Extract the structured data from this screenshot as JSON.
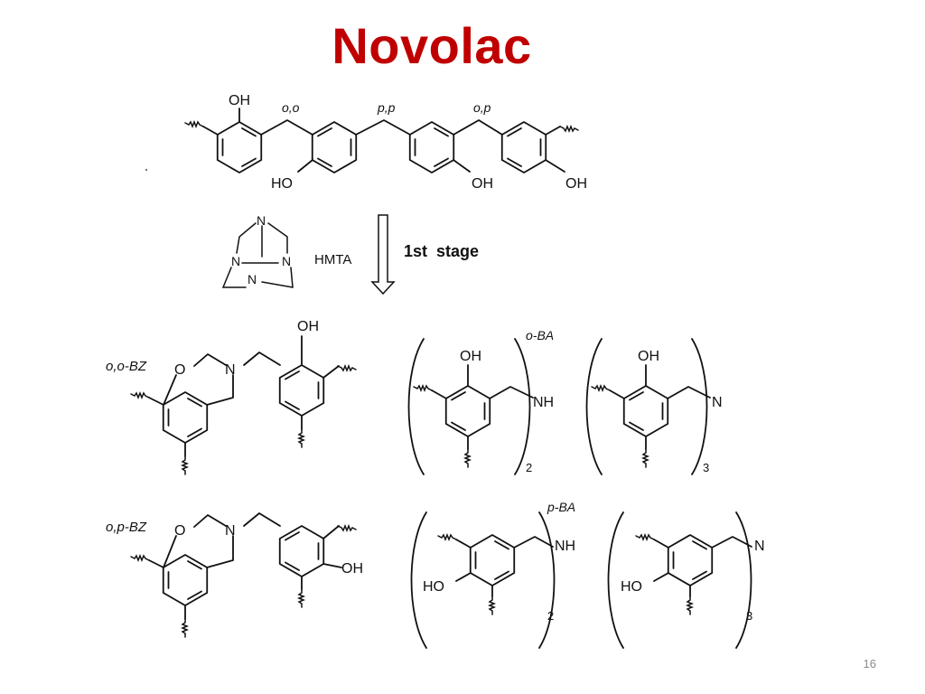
{
  "title": "Novolac",
  "slide_number": "16",
  "novolac_chain": {
    "top_oh": "OH",
    "hydroxyls": [
      "HO",
      "OH",
      "OH"
    ],
    "linkages": [
      "o,o",
      "p,p",
      "o,p"
    ]
  },
  "hmta": {
    "n_atoms": [
      "N",
      "N",
      "N",
      "N"
    ],
    "label": "HMTA"
  },
  "stage_label": "1st  stage",
  "products": {
    "oo_bz": {
      "label": "o,o-BZ",
      "oxygen": "O",
      "nitrogen": "N",
      "hydroxyl": "OH"
    },
    "op_bz": {
      "label": "o,p-BZ",
      "oxygen": "O",
      "nitrogen": "N",
      "hydroxyl": "OH"
    },
    "o_ba": {
      "label": "o-BA",
      "hydroxyl_1": "OH",
      "amine": "NH",
      "subscript_1": "2",
      "hydroxyl_2": "OH",
      "nitrogen": "N",
      "subscript_2": "3"
    },
    "p_ba": {
      "label": "p-BA",
      "hydroxyl_1": "HO",
      "amine": "NH",
      "subscript_1": "2",
      "hydroxyl_2": "HO",
      "nitrogen": "N",
      "subscript_2": "3"
    }
  },
  "icons": [
    "down-arrow-icon"
  ]
}
